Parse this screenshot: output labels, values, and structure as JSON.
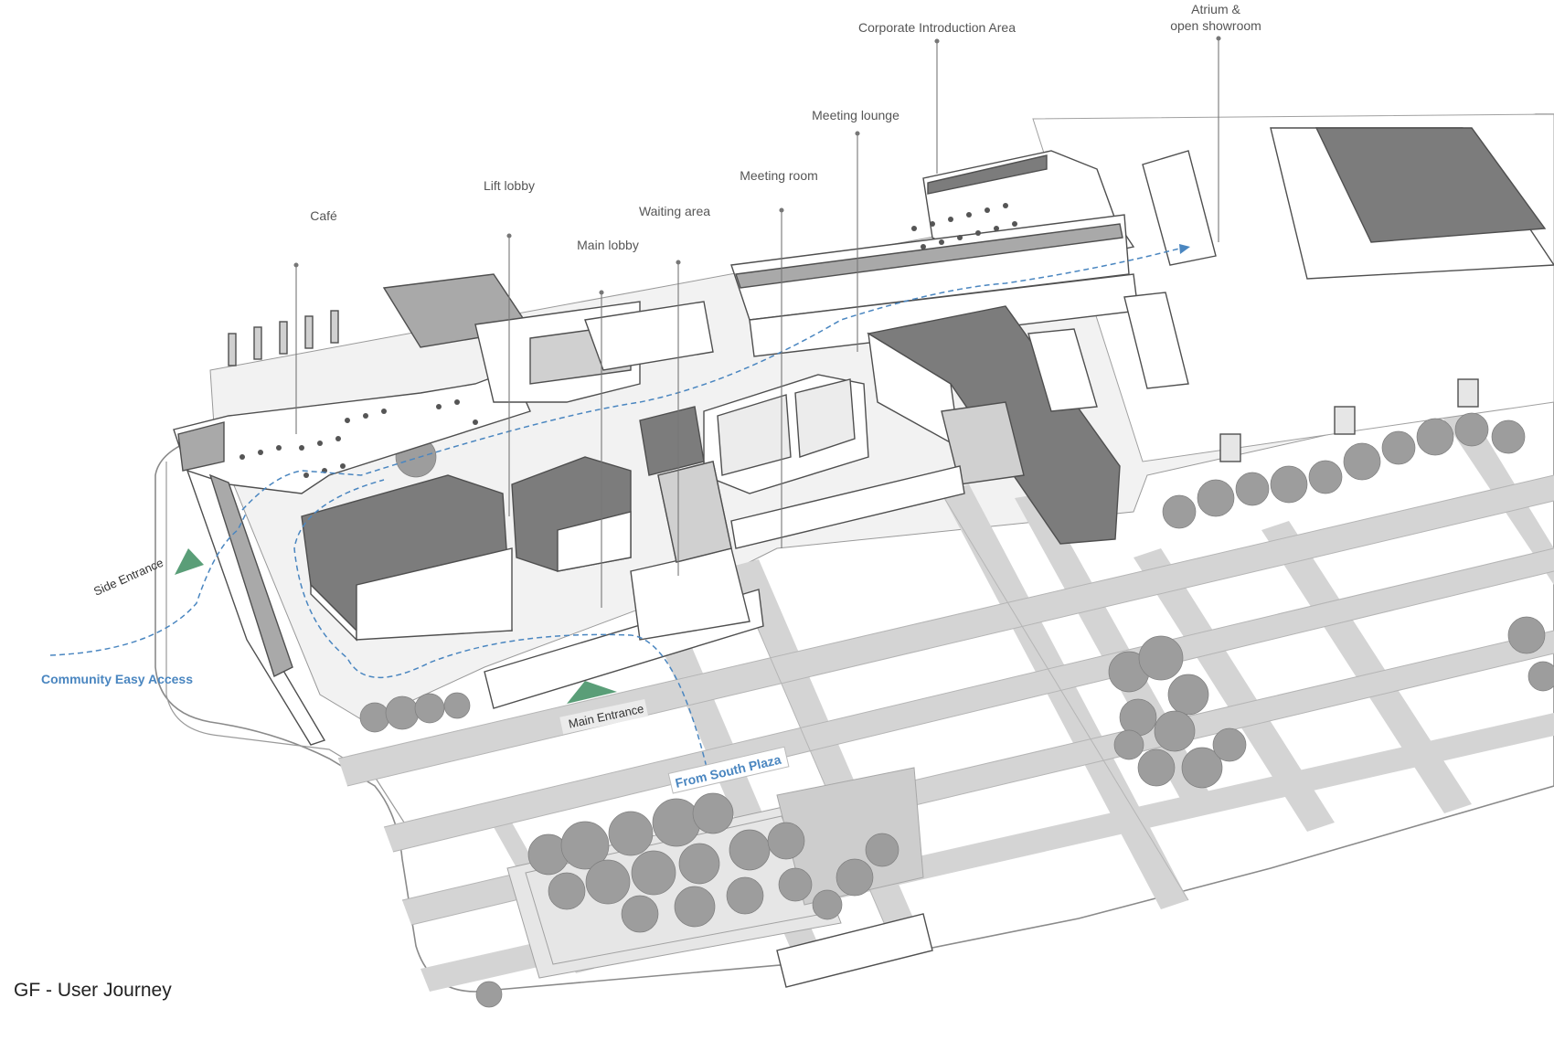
{
  "title": "GF - User Journey",
  "colors": {
    "route": "#4a86c0",
    "entrance_arrow": "#5a9e78",
    "building_dark": "#7c7c7c",
    "building_mid": "#a9a9a9",
    "ground": "#d7d7d7",
    "tree": "#9c9c9c",
    "line": "#4f4f4f"
  },
  "callouts": [
    {
      "id": "cafe",
      "text": "Café"
    },
    {
      "id": "lift-lobby",
      "text": "Lift lobby"
    },
    {
      "id": "main-lobby",
      "text": "Main lobby"
    },
    {
      "id": "waiting-area",
      "text": "Waiting area"
    },
    {
      "id": "meeting-room",
      "text": "Meeting room"
    },
    {
      "id": "meeting-lounge",
      "text": "Meeting lounge"
    },
    {
      "id": "corporate-introduction-area",
      "text": "Corporate Introduction Area"
    },
    {
      "id": "atrium",
      "text": [
        "Atrium &",
        "open showroom"
      ]
    }
  ],
  "routes": {
    "community": "Community Easy Access",
    "south_plaza": "From South Plaza"
  },
  "entrances": {
    "side": "Side Entrance",
    "main": "Main Entrance"
  },
  "icons": [
    "entrance-arrow-icon"
  ]
}
